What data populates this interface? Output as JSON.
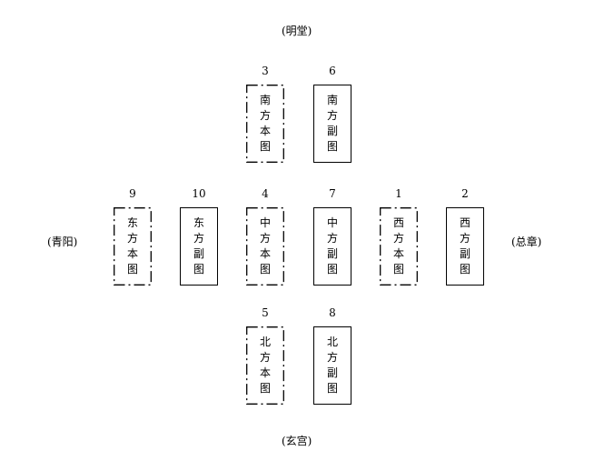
{
  "directions": {
    "top": "(明堂)",
    "left": "(青阳)",
    "right": "(总章)",
    "bottom": "(玄宫)"
  },
  "diagrams": [
    {
      "id": "south-main",
      "number": "3",
      "label": "南方本图",
      "style": "dashed"
    },
    {
      "id": "south-copy",
      "number": "6",
      "label": "南方副图",
      "style": "solid"
    },
    {
      "id": "east-main",
      "number": "9",
      "label": "东方本图",
      "style": "dashed"
    },
    {
      "id": "east-copy",
      "number": "10",
      "label": "东方副图",
      "style": "solid"
    },
    {
      "id": "center-main",
      "number": "4",
      "label": "中方本图",
      "style": "dashed"
    },
    {
      "id": "center-copy",
      "number": "7",
      "label": "中方副图",
      "style": "solid"
    },
    {
      "id": "west-main",
      "number": "1",
      "label": "西方本图",
      "style": "dashed"
    },
    {
      "id": "west-copy",
      "number": "2",
      "label": "西方副图",
      "style": "solid"
    },
    {
      "id": "north-main",
      "number": "5",
      "label": "北方本图",
      "style": "dashed"
    },
    {
      "id": "north-copy",
      "number": "8",
      "label": "北方副图",
      "style": "solid"
    }
  ]
}
